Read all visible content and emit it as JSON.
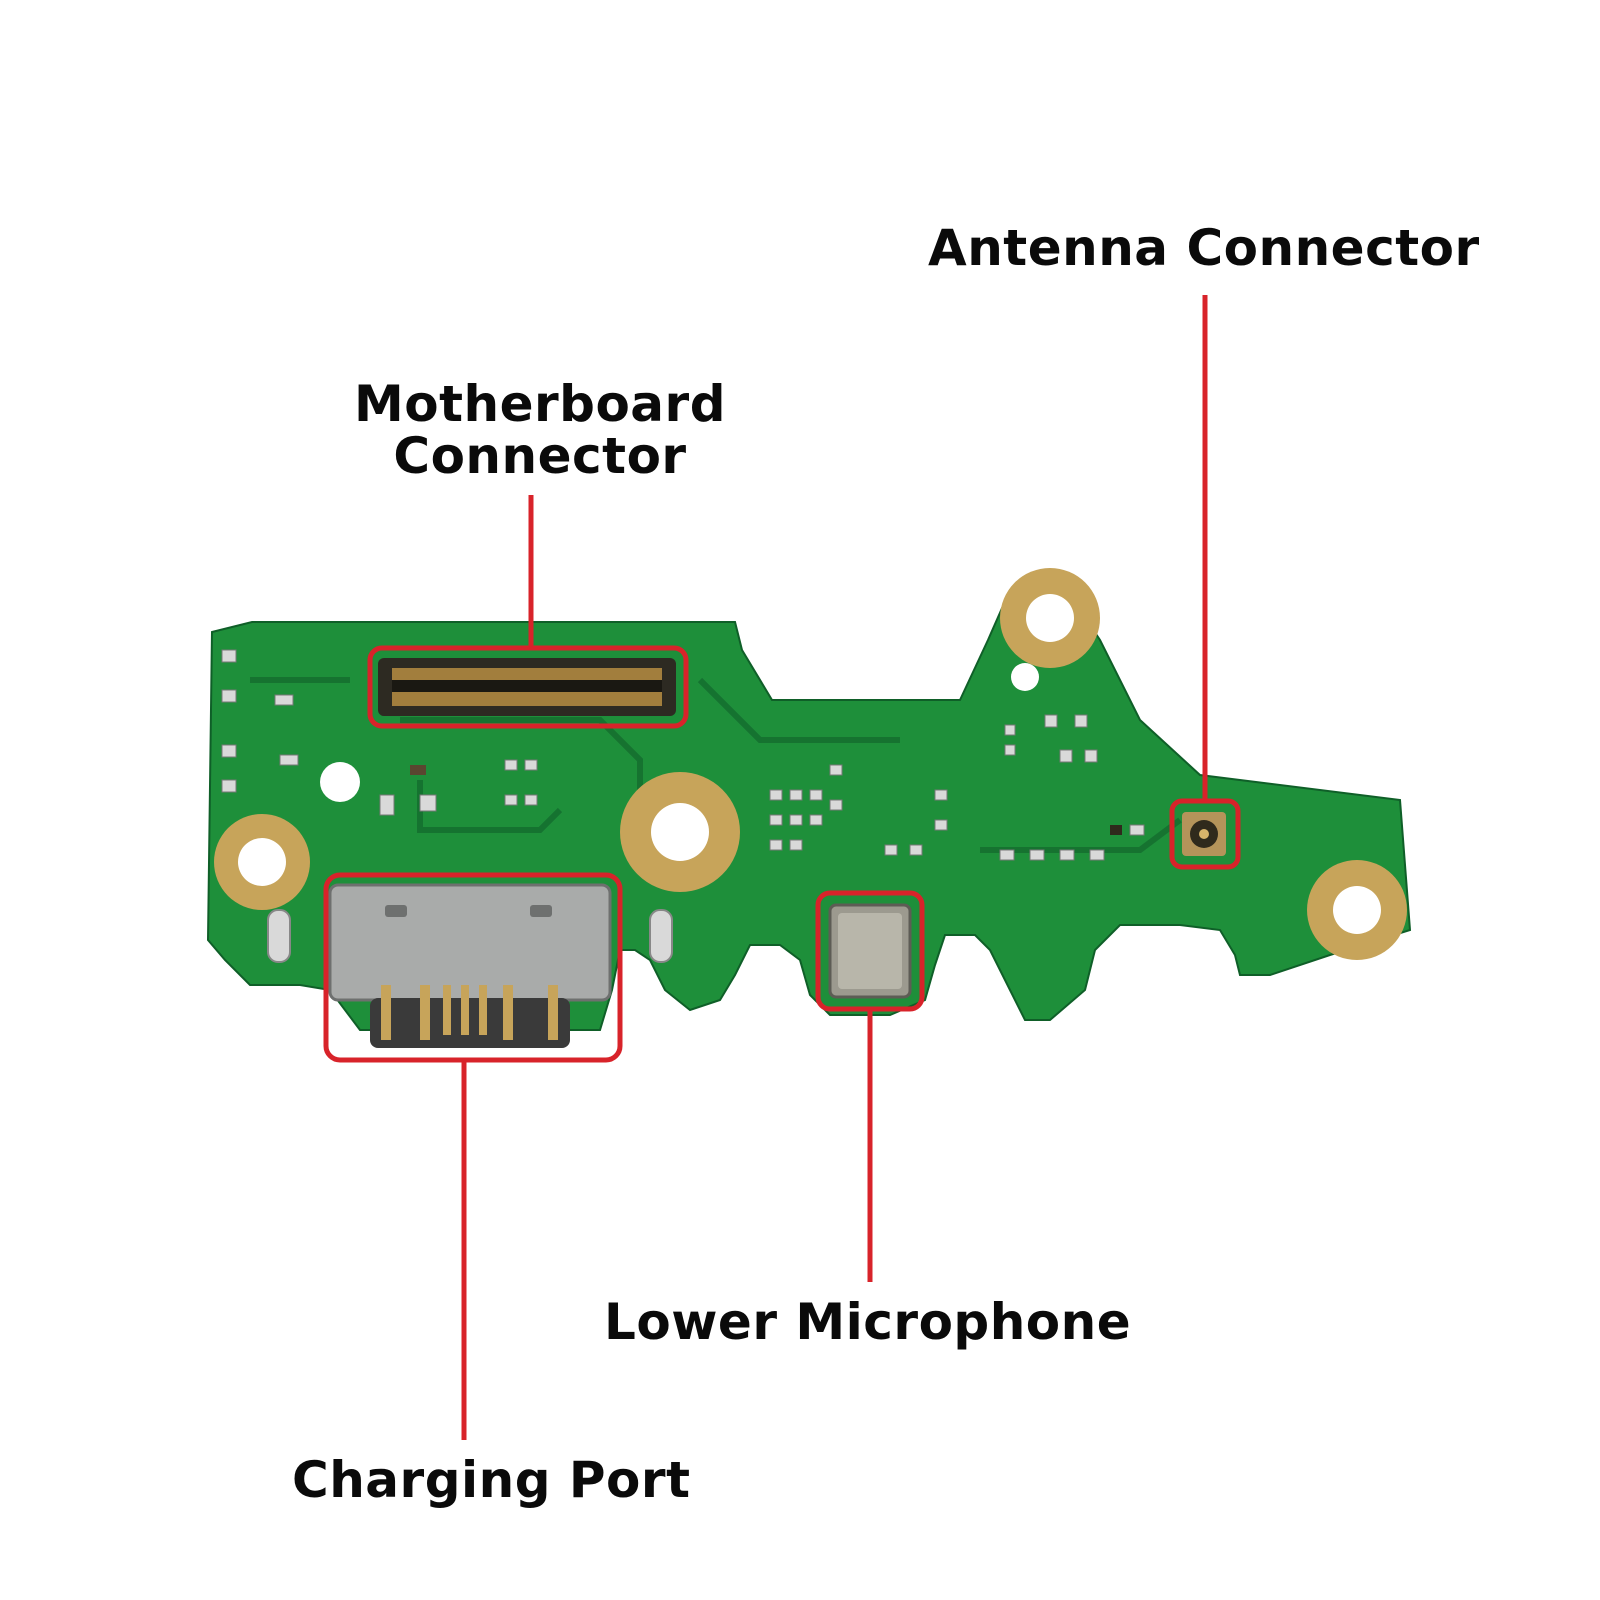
{
  "labels": {
    "antenna": "Antenna Connector",
    "motherboard_line1": "Motherboard",
    "motherboard_line2": "Connector",
    "microphone": "Lower Microphone",
    "charging": "Charging Port"
  },
  "colors": {
    "callout": "#d8232a",
    "pcb": "#1e8f3a",
    "pcb_dark": "#157030",
    "pad_gold": "#c7a45a",
    "metal": "#a9abaa"
  }
}
